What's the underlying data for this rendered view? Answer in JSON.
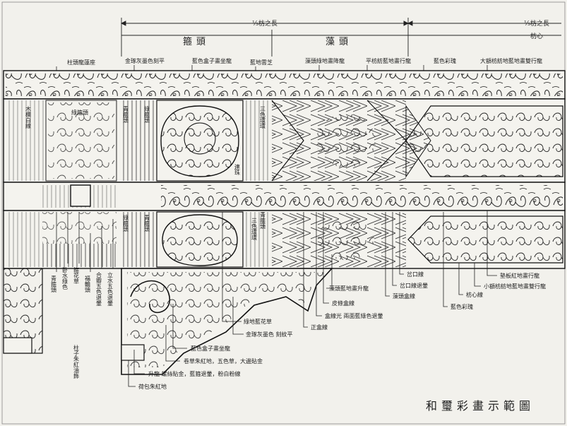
{
  "title": "和璽彩畫示範圖",
  "dimensions": {
    "third_length": "⅓枋之長",
    "third_length_right": "⅓枋之長",
    "fangxin": "枋心"
  },
  "sections": {
    "gutou": "箍頭",
    "zaotou": "藻頭"
  },
  "top_labels": {
    "t1": "柱頭龍蓮座",
    "t2": "金琢灰墨色刻平",
    "t3": "藍色盒子畫坐龍",
    "t4": "藍地雲芝",
    "t5": "藻頭綠地畫降龍",
    "t6": "平枋紡藍地畫行龍",
    "t7": "藍色彩瑰",
    "t8": "大額枋紡地藍地畫雙行龍"
  },
  "inner_labels": {
    "lvgutou": "綠箍頭",
    "qinggutou_v": "青箍頭",
    "lvgutou_mid": "綠箍頭",
    "qinggutou_mid": "青箍頭",
    "lvgutou_v2": "綠箍頭",
    "qinggutou_v2": "青箍頭",
    "saohuahuan": "三色環環",
    "saohuahuan2": "三色環環",
    "lianzhu": "連珠",
    "left_small": "木欄白線"
  },
  "left_column_labels": {
    "a": "青箍頭",
    "b": "卧水綠色",
    "c": "箍花草",
    "d": "福輪頭",
    "e": "合瓣五色退暈",
    "f": "立水五色退暈"
  },
  "pillar_label": "柱子朱紅油飾",
  "bottom_labels": {
    "b1": "藍色盒子畫坐龍",
    "b2": "卷草朱紅地，五色草，大邊貼金",
    "b3": "升龍 螺絲貼金，藍箍退暈，粉白粉線",
    "b4": "荷包朱紅地",
    "b5": "金琢灰墨色 刻紋平",
    "b6": "綠地藍花草",
    "b7": "正盒線",
    "b8": "盒線光 兩面藍綠色退暈",
    "b9": "皮條盒線",
    "b10": "藻頭藍地畫升龍",
    "b11": "藻頭盒線",
    "b12": "岔口線退暈",
    "b13": "岔口線",
    "b14": "藍色彩瑰",
    "b15": "枋心線",
    "b16": "小額枋紡地藍地畫雙行龍",
    "b17": "墊板紅地畫行龍"
  }
}
